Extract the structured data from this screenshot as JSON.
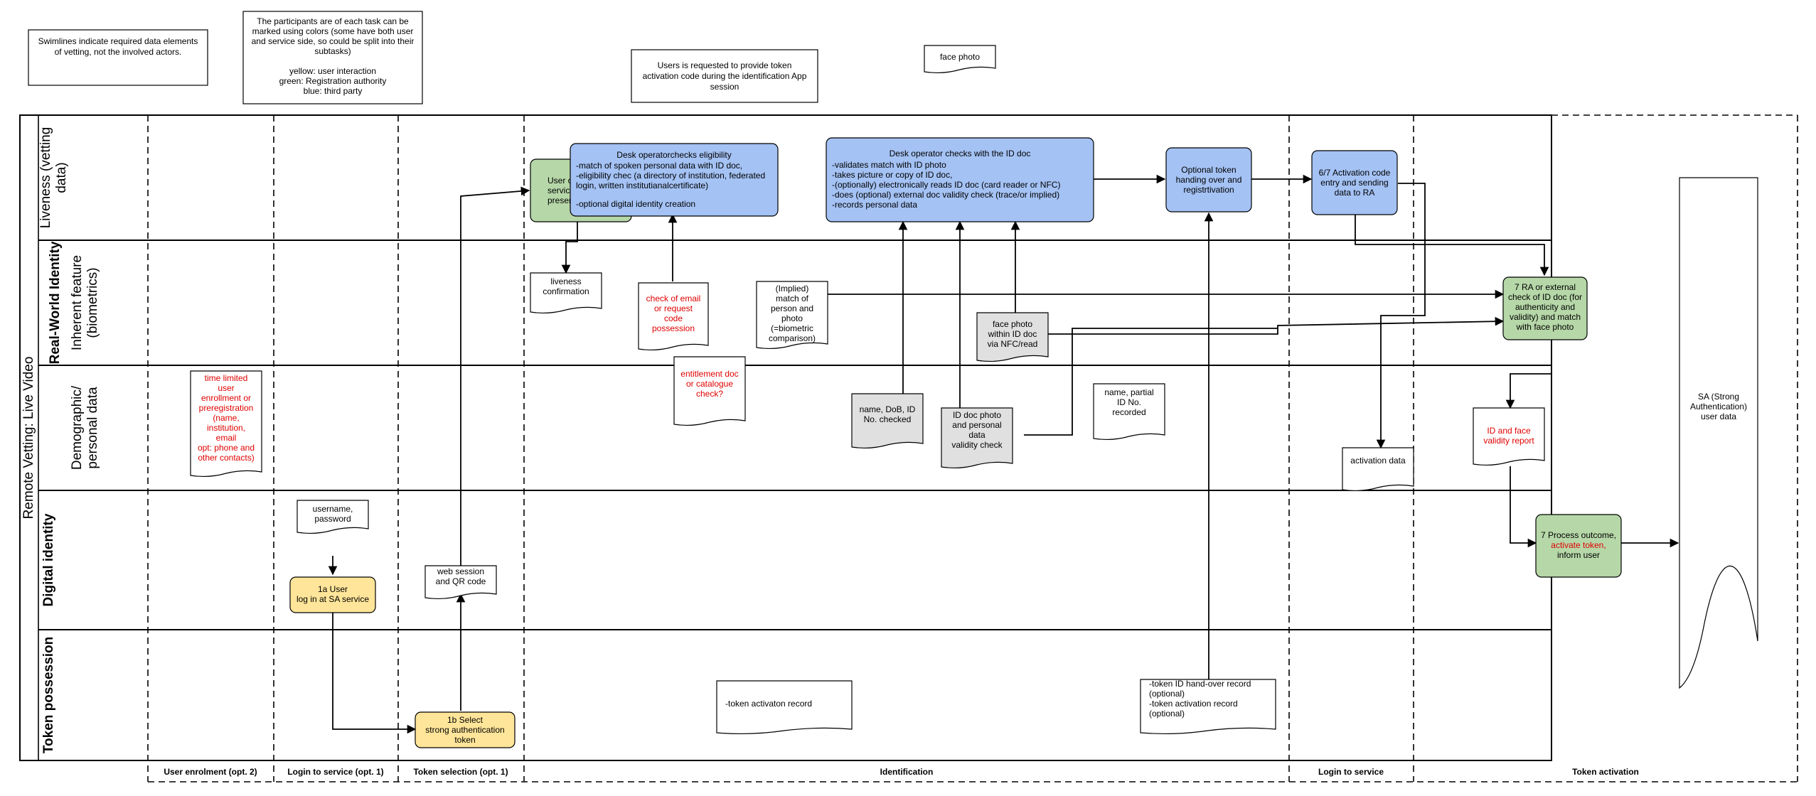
{
  "notes": {
    "swimlines": [
      "Swimlines indicate required data elements",
      "of vetting, not the involved actors."
    ],
    "participants": [
      "The participants are of each task can be",
      "marked using colors (some have both  user",
      "and service side, so could be split into their",
      "subtasks)",
      "",
      "yellow: user interaction",
      "green:  Registration authority",
      "blue: third party"
    ],
    "token_request": [
      "Users is requested to provide token",
      "activation code during the identification App",
      "session"
    ],
    "face_photo": "face photo"
  },
  "pool_title": "Remote Vetting: Live Video",
  "groups": {
    "real_world": "Real-World Identity"
  },
  "lanes": {
    "liveness": [
      "Liveness (vetting",
      "data)"
    ],
    "inherent": [
      "Inherent feature",
      "(biometrics)"
    ],
    "demographic": [
      "Demographic/",
      "personal data"
    ],
    "digital": "Digital identity",
    "token": "Token possession"
  },
  "phases": [
    "User enrolment (opt. 2)",
    "Login to service (opt. 1)",
    "Token selection (opt. 1)",
    "Identification",
    "Login to service",
    "Token activation"
  ],
  "colors": {
    "blue": "#a4c2f4",
    "green": "#b6d7a8",
    "yellow": "#ffe599",
    "grey": "#e0e0e0",
    "red_text": "#e00000"
  },
  "nodes": {
    "user_service": [
      "User c",
      "servic",
      "presen"
    ],
    "desk_eligibility": {
      "title": "Desk operatorchecks eligibility",
      "lines": [
        "-match of spoken personal data with ID doc,",
        "-eligibility chec (a directory of institution, federated",
        "login, written institutianalcertificate)",
        "",
        "-optional digital identity creation"
      ]
    },
    "desk_id": {
      "title": "Desk operator checks with the ID doc",
      "lines": [
        "-validates match with ID photo",
        "-takes picture or copy of ID doc,",
        "-(optionally) electronically reads ID doc (card reader or NFC)",
        "-does (optional) external doc validity check (trace/or implied)",
        "-records personal data"
      ]
    },
    "optional_token": [
      "Optional token",
      "handing over and",
      "registrtivation"
    ],
    "activation_code": [
      "6/7 Activation code",
      "entry and sending",
      "data to RA"
    ],
    "ra_check": [
      "7 RA or external",
      "check of ID doc (for",
      "authenticity and",
      "validity) and match",
      "with face photo"
    ],
    "process_outcome": {
      "line1": "7 Process outcome,",
      "line2": "activate token,",
      "line3": "inform user"
    },
    "login_sa": [
      "1a User",
      "log in at SA service"
    ],
    "select_token": [
      "1b Select",
      "strong authentication",
      "token"
    ]
  },
  "documents": {
    "liveness_confirmation": [
      "liveness",
      "confirmation"
    ],
    "check_email": [
      "check of email",
      "or request",
      "code",
      "possession"
    ],
    "implied_match": [
      "(Implied)",
      "match of",
      "person and",
      "photo",
      "(=biometric",
      "comparison)"
    ],
    "face_photo_id": [
      "face photo",
      "within ID doc",
      "via NFC/read"
    ],
    "time_limited": [
      "time limited",
      "user",
      "enrollment or",
      "preregistration",
      "(name,",
      "institution,",
      "email",
      "opt: phone and",
      "other contacts)"
    ],
    "entitlement": [
      "entitlement doc",
      "or catalogue",
      "check?"
    ],
    "name_dob": [
      "name, DoB, ID",
      "No. checked"
    ],
    "id_doc_photo": [
      "ID doc photo",
      "and personal",
      "data",
      "validity check"
    ],
    "name_partial": [
      "name, partial",
      "ID No.",
      "recorded"
    ],
    "activation_data": "activation data",
    "id_face_report": [
      "ID and face",
      "validity report"
    ],
    "sa_user_data": [
      "SA (Strong",
      "Authentication)",
      "user data"
    ],
    "username": [
      "username,",
      "password"
    ],
    "web_session": [
      "web session",
      "and QR code"
    ],
    "token_activation_record": "-token activaton record",
    "token_handover": [
      "-token ID hand-over record",
      "(optional)",
      "-token activation record",
      "(optional)"
    ]
  }
}
